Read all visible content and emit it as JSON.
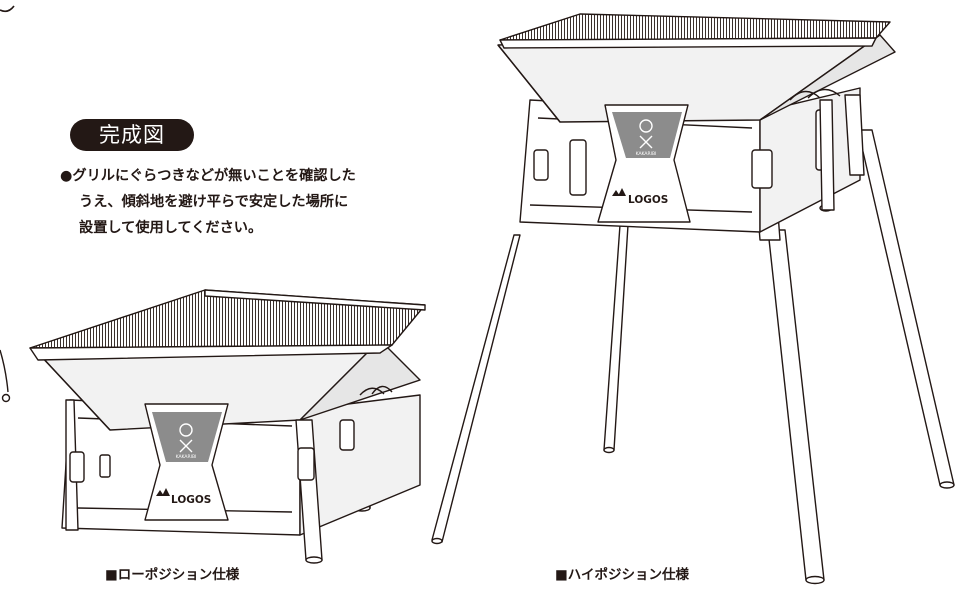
{
  "section": {
    "badge": "完成図",
    "note_lines": [
      "●グリルにぐらつきなどが無いことを確認した",
      "うえ、傾斜地を避け平らで安定した場所に",
      "設置して使用してください。"
    ]
  },
  "figures": {
    "low": {
      "caption": "■ローポジション仕様",
      "logo_text": "LOGOS",
      "seal_text": "KAKARIBI"
    },
    "high": {
      "caption": "■ハイポジション仕様",
      "logo_text": "LOGOS",
      "seal_text": "KAKARIBI"
    }
  },
  "colors": {
    "ink": "#231815",
    "emblem": "#8c8c8c",
    "panel": "#f2f2f2"
  }
}
